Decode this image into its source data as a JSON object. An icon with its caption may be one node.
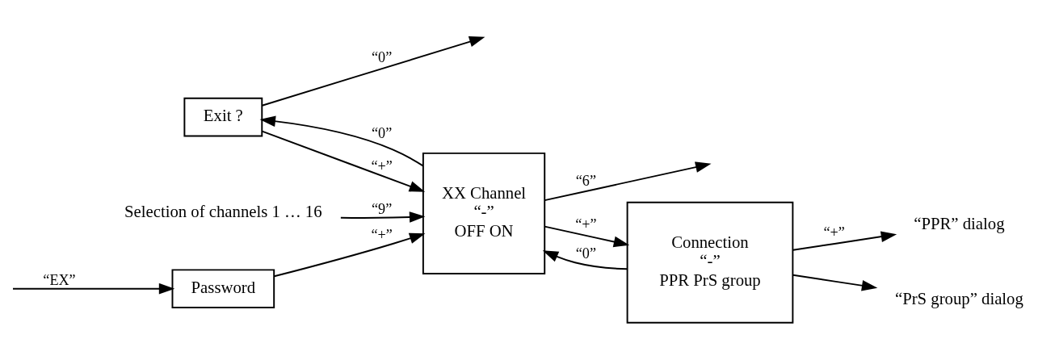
{
  "diagram": {
    "nodes": [
      {
        "text": [
          "Password"
        ]
      },
      {
        "text": [
          "XX Channel",
          "“-”",
          "OFF ON"
        ]
      },
      {
        "text": [
          "Connection",
          "“-”",
          "PPR PrS group"
        ]
      },
      {
        "text": [
          "Exit ?"
        ]
      },
      {
        "text": [
          "“PPR” dialog"
        ]
      },
      {
        "text": [
          "“PrS group” dialog"
        ]
      },
      {
        "text": [
          "Selection of channels 1 … 16"
        ]
      }
    ],
    "edges": [
      {
        "from": null,
        "to": 0,
        "arrow": "to",
        "label": "“EX”"
      },
      {
        "from": 0,
        "to": 1,
        "arrow": "to",
        "label": "“+”"
      },
      {
        "from": 3,
        "to": 1,
        "arrow": "to",
        "label": "“+”"
      },
      {
        "from": 1,
        "to": 2,
        "arrow": "to",
        "label": "“+”"
      },
      {
        "from": 2,
        "to": 1,
        "arrow": "to",
        "label": "“0”"
      },
      {
        "from": 1,
        "to": 3,
        "arrow": "to",
        "label": "“0”"
      },
      {
        "from": 3,
        "to": null,
        "arrow": "to",
        "label": "“0”"
      },
      {
        "from": 2,
        "to": 4,
        "arrow": "to",
        "label": "“+”"
      },
      {
        "from": 2,
        "to": 5,
        "arrow": "to"
      },
      {
        "from": 6,
        "to": 1,
        "arrow": "to",
        "label": "“9”"
      },
      {
        "from": 1,
        "to": null,
        "arrow": "to",
        "label": "“6”"
      }
    ]
  }
}
